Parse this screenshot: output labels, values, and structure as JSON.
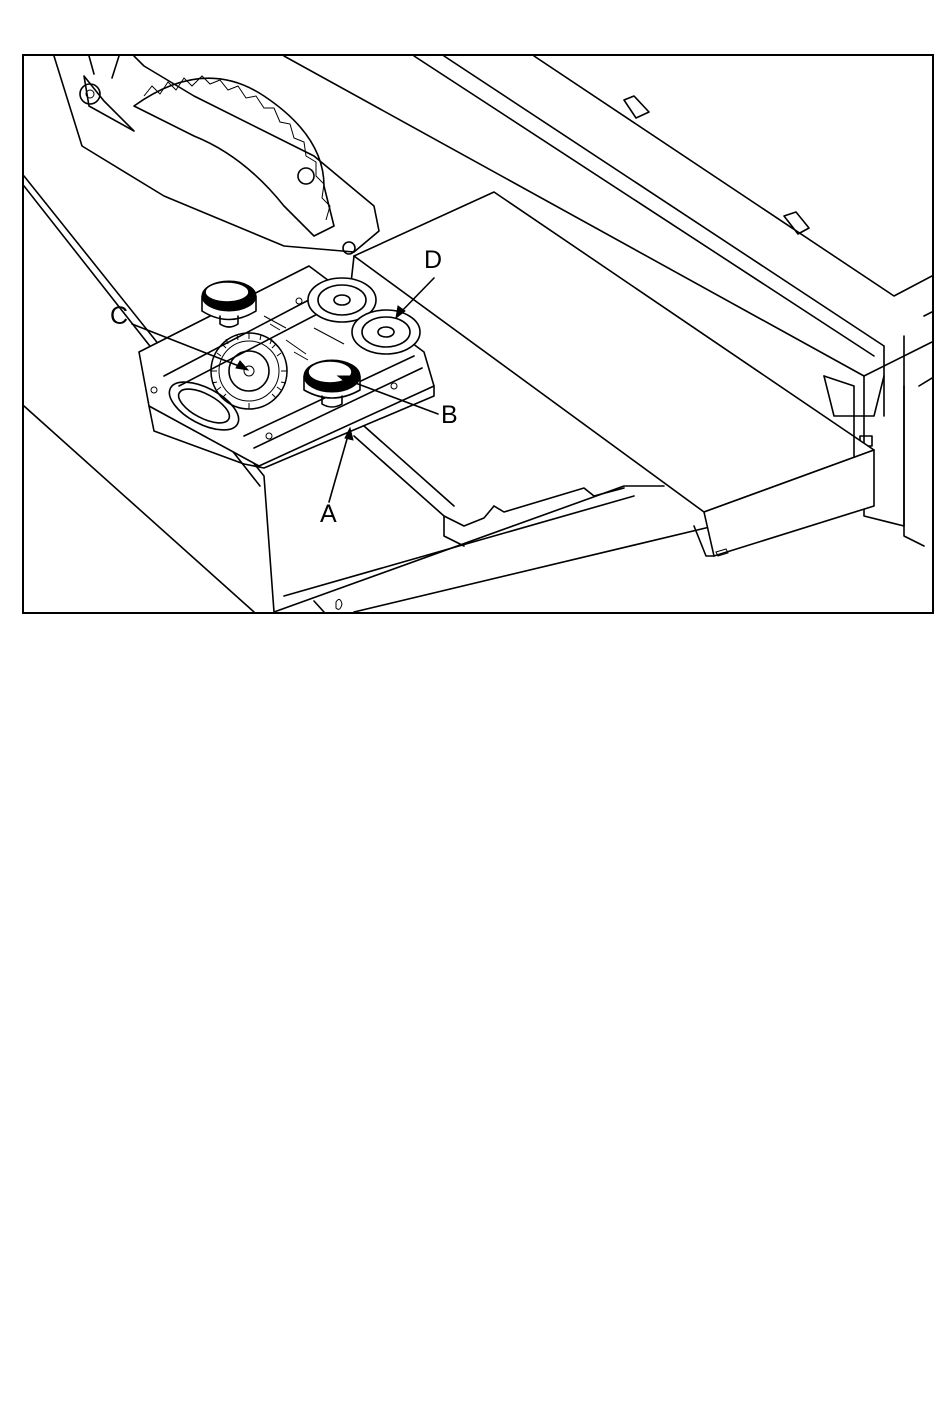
{
  "figure": {
    "callouts": [
      {
        "id": "A",
        "label": "A"
      },
      {
        "id": "B",
        "label": "B"
      },
      {
        "id": "C",
        "label": "C"
      },
      {
        "id": "D",
        "label": "D"
      }
    ],
    "colors": {
      "line": "#000000",
      "background": "#ffffff",
      "frame": "#000000"
    }
  }
}
